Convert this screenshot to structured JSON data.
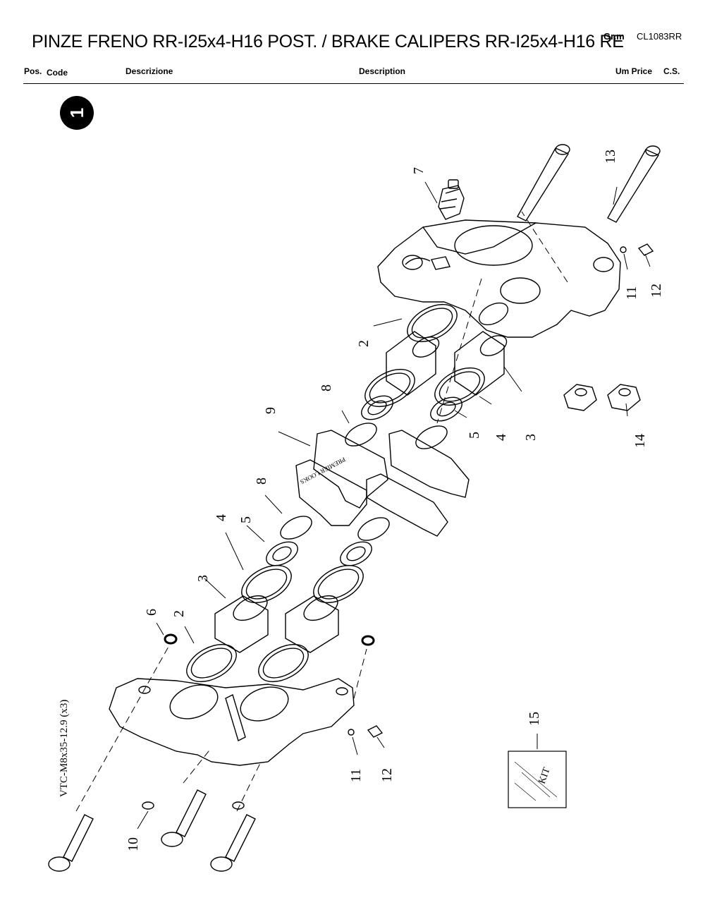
{
  "header": {
    "title": "PINZE FRENO RR-I25x4-H16 POST. / BRAKE CALIPERS RR-I25x4-H16 RE",
    "group_label": "Gr.m",
    "group_code": "CL1083RR"
  },
  "columns": {
    "pos": "Pos.",
    "code": "Code",
    "descrizione": "Descrizione",
    "description": "Description",
    "um_price": "Um Price",
    "cs": "C.S."
  },
  "figure": {
    "number": "1",
    "callouts": {
      "c7": "7",
      "c13": "13",
      "c11_top": "11",
      "c12_top": "12",
      "c2_top": "2",
      "c8_top": "8",
      "c9": "9",
      "c5_right": "5",
      "c4_right": "4",
      "c3_right": "3",
      "c14": "14",
      "c8_mid": "8",
      "c4_left": "4",
      "c5_left": "5",
      "c3_left": "3",
      "c6": "6",
      "c2_left": "2",
      "c11_bottom": "11",
      "c12_bottom": "12",
      "c15": "15",
      "c10": "10"
    },
    "bolt_label": "VTC-M8x35-12.9 (x3)",
    "kit_label": "KIT",
    "pad_text": "PREMIER LOOKS"
  }
}
